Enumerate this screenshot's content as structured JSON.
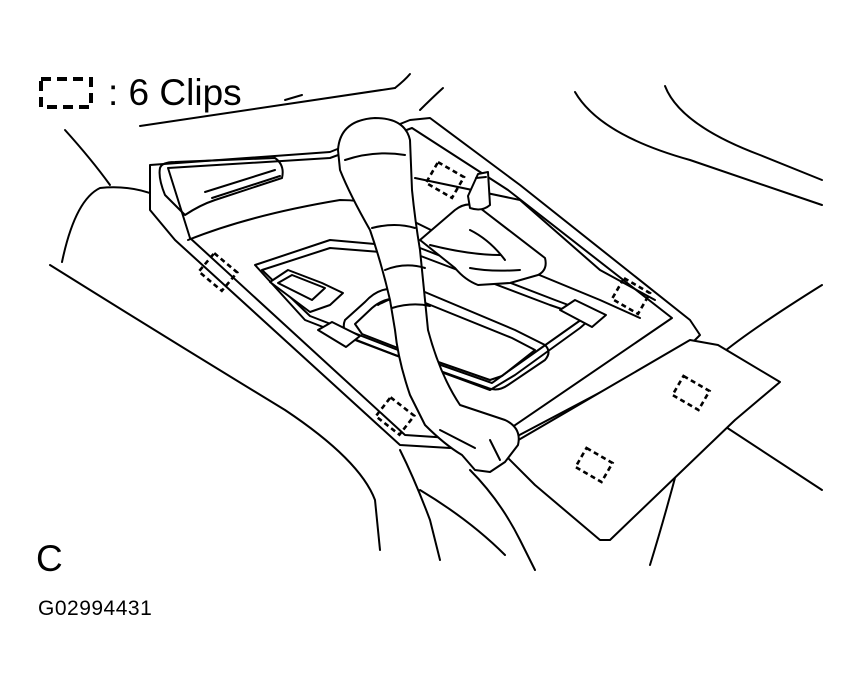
{
  "legend": {
    "symbol_icon": "dashed-square-clip-icon",
    "text": ": 6 Clips"
  },
  "view_letter": "C",
  "figure_id": "G02994431",
  "clips": [
    "clip-1",
    "clip-2",
    "clip-3",
    "clip-4",
    "clip-5",
    "clip-6"
  ]
}
